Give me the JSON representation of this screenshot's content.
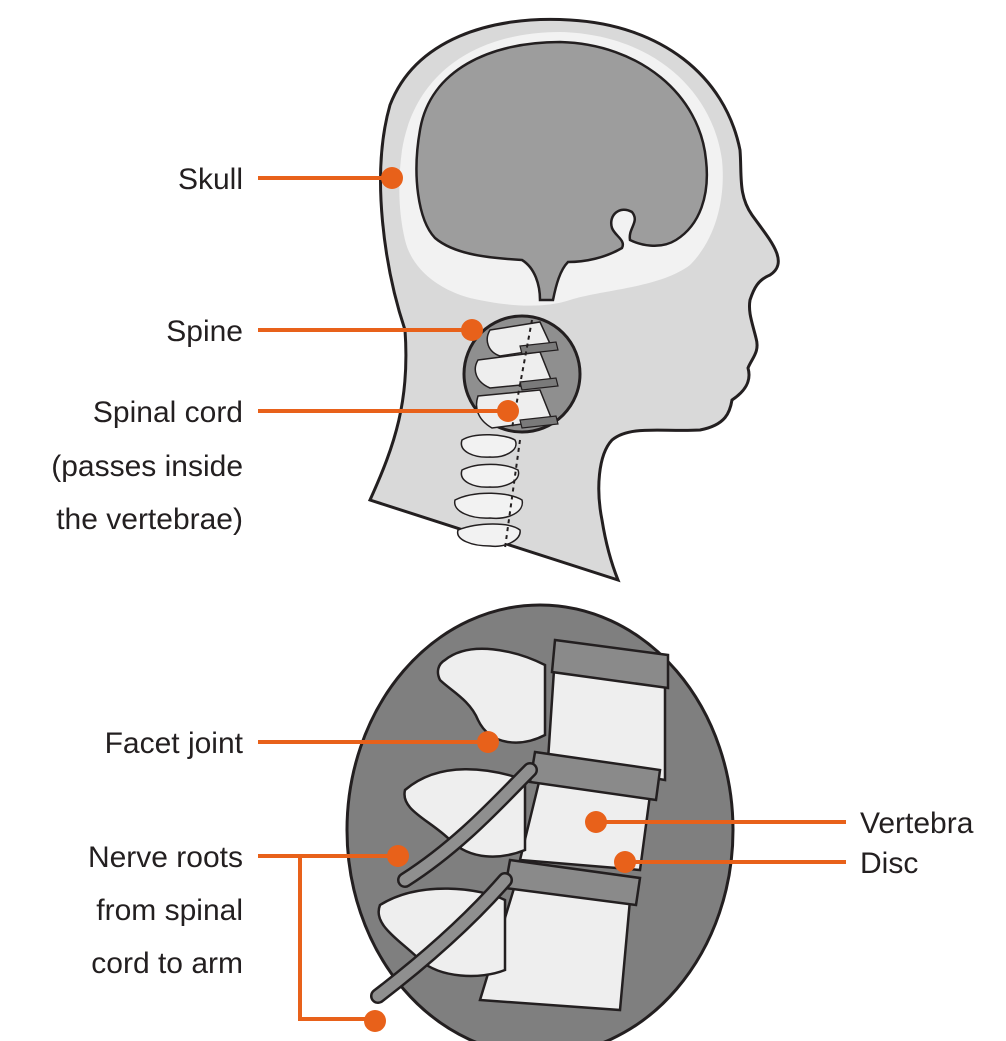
{
  "colors": {
    "leader": "#e8611a",
    "outline": "#231f20",
    "skin": "#d9d9d9",
    "brain": "#9d9d9d",
    "bone": "#eeeeee",
    "inset_background": "#7f7f7f",
    "disc": "#8a8a8a",
    "nerve": "#8f8f8f"
  },
  "labels": {
    "skull": "Skull",
    "spine": "Spine",
    "spinal_cord": [
      "Spinal cord",
      "(passes inside",
      "the vertebrae)"
    ],
    "facet_joint": "Facet joint",
    "vertebra": "Vertebra",
    "disc": "Disc",
    "nerve_roots": [
      "Nerve roots",
      "from spinal",
      "cord to arm"
    ]
  }
}
